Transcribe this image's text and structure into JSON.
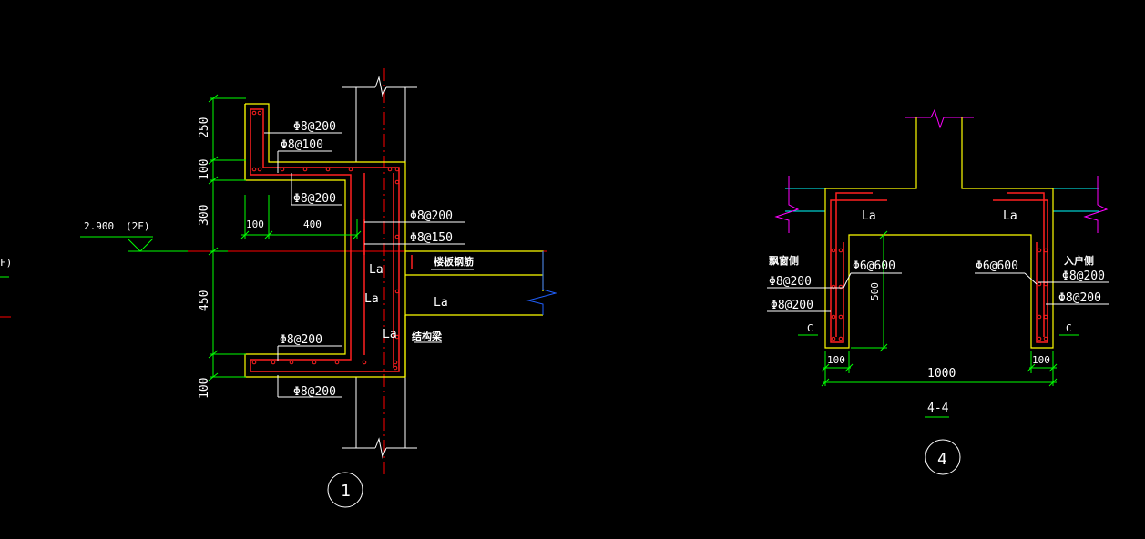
{
  "colors": {
    "background": "#000000",
    "wall_yellow": "#ffff00",
    "rebar_red": "#ff2020",
    "dimension_green": "#00ff00",
    "axis_red": "#ff0000",
    "slab_cyan": "#00ffff",
    "break_magenta": "#ff00ff",
    "break_blue": "#2060ff",
    "text_white": "#ffffff"
  },
  "left_detail": {
    "dims_vertical": [
      "250",
      "100",
      "300",
      "450",
      "100"
    ],
    "dims_horizontal": [
      "100",
      "400"
    ],
    "elevation": "2.900",
    "floor": "(2F)",
    "edge_label": "F)",
    "rebar_labels": [
      "Φ8@200",
      "Φ8@100",
      "Φ8@200",
      "Φ8@200",
      "Φ8@150",
      "Φ8@200",
      "Φ8@200"
    ],
    "anchor_labels": [
      "La",
      "La",
      "La",
      "La"
    ],
    "notes": [
      "楼板钢筋",
      "结构梁"
    ],
    "detail_number": "1"
  },
  "right_detail": {
    "anchor_labels": [
      "La",
      "La"
    ],
    "side_labels": [
      "飘窗侧",
      "入户侧"
    ],
    "rebar_labels_left": [
      "Φ8@200",
      "Φ8@200"
    ],
    "rebar_labels_right": [
      "Φ8@200",
      "Φ8@200"
    ],
    "tie_labels": [
      "Φ6@600",
      "Φ6@600"
    ],
    "cover_labels": [
      "C",
      "C"
    ],
    "dims": [
      "500",
      "100",
      "1000",
      "100"
    ],
    "section_title": "4-4",
    "detail_number": "4"
  }
}
